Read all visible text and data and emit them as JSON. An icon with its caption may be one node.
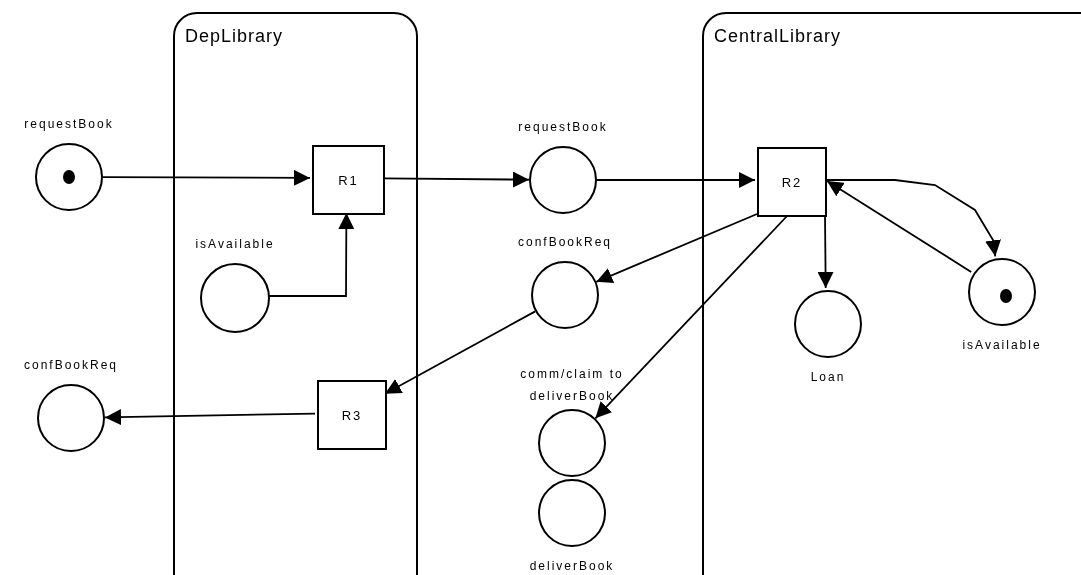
{
  "diagram": {
    "nodes": [
      {
        "text": [
          "DepLibrary"
        ]
      },
      {
        "text": [
          "CentralLibrary"
        ]
      },
      {
        "text": [
          "requestBook"
        ]
      },
      {
        "text": [
          "R1"
        ],
        "in": 0
      },
      {
        "text": [
          "isAvailable"
        ],
        "in": 0
      },
      {
        "text": [
          "R3"
        ],
        "in": 0
      },
      {
        "text": [
          "confBookReq"
        ]
      },
      {
        "text": [
          "requestBook"
        ]
      },
      {
        "text": [
          "R2"
        ],
        "in": 1
      },
      {
        "text": [
          "confBookReq"
        ]
      },
      {
        "text": [
          "comm/claim to deliverBook"
        ]
      },
      {
        "text": [
          "deliverBook"
        ]
      },
      {
        "text": [
          "Loan"
        ],
        "in": 1
      },
      {
        "text": [
          "isAvailable"
        ],
        "in": 1
      }
    ],
    "edges": [
      {
        "from": 2,
        "to": 3,
        "arrow": "to"
      },
      {
        "from": 4,
        "to": 3,
        "arrow": "to"
      },
      {
        "from": 3,
        "to": 7,
        "arrow": "to"
      },
      {
        "from": 7,
        "to": 8,
        "arrow": "to"
      },
      {
        "from": 8,
        "to": 9,
        "arrow": "to"
      },
      {
        "from": 9,
        "to": 5,
        "arrow": "to"
      },
      {
        "from": 5,
        "to": 6,
        "arrow": "to"
      },
      {
        "from": 8,
        "to": 10,
        "arrow": "to"
      },
      {
        "from": 8,
        "to": 12,
        "arrow": "to"
      },
      {
        "from": 8,
        "to": 13,
        "arrow": "to"
      },
      {
        "from": 13,
        "to": 8,
        "arrow": "to"
      }
    ]
  }
}
